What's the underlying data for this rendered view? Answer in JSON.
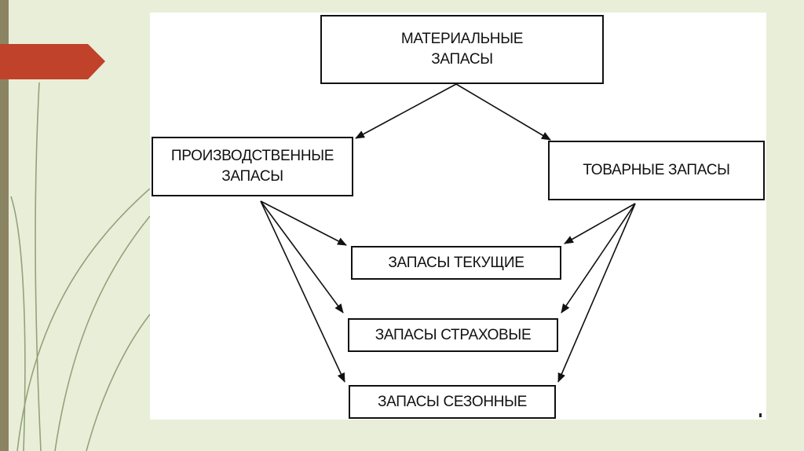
{
  "colors": {
    "slide_background": "#e9eed9",
    "left_bar": "#8b8462",
    "accent_arrow": "#c0422a",
    "decor_lines": "#93a27a",
    "diagram_stroke": "#111111"
  },
  "diagram": {
    "root": {
      "lines": [
        "МАТЕРИАЛЬНЫЕ",
        "ЗАПАСЫ"
      ]
    },
    "production": {
      "lines": [
        "ПРОИЗВОДСТВЕННЫЕ",
        "ЗАПАСЫ"
      ]
    },
    "trade": {
      "lines": [
        "ТОВАРНЫЕ ЗАПАСЫ"
      ]
    },
    "current": {
      "lines": [
        "ЗАПАСЫ ТЕКУЩИЕ"
      ]
    },
    "safety": {
      "lines": [
        "ЗАПАСЫ СТРАХОВЫЕ"
      ]
    },
    "seasonal": {
      "lines": [
        "ЗАПАСЫ СЕЗОННЫЕ"
      ]
    },
    "edges": [
      [
        "root",
        "production"
      ],
      [
        "root",
        "trade"
      ],
      [
        "production",
        "current"
      ],
      [
        "production",
        "safety"
      ],
      [
        "production",
        "seasonal"
      ],
      [
        "trade",
        "current"
      ],
      [
        "trade",
        "safety"
      ],
      [
        "trade",
        "seasonal"
      ]
    ]
  }
}
